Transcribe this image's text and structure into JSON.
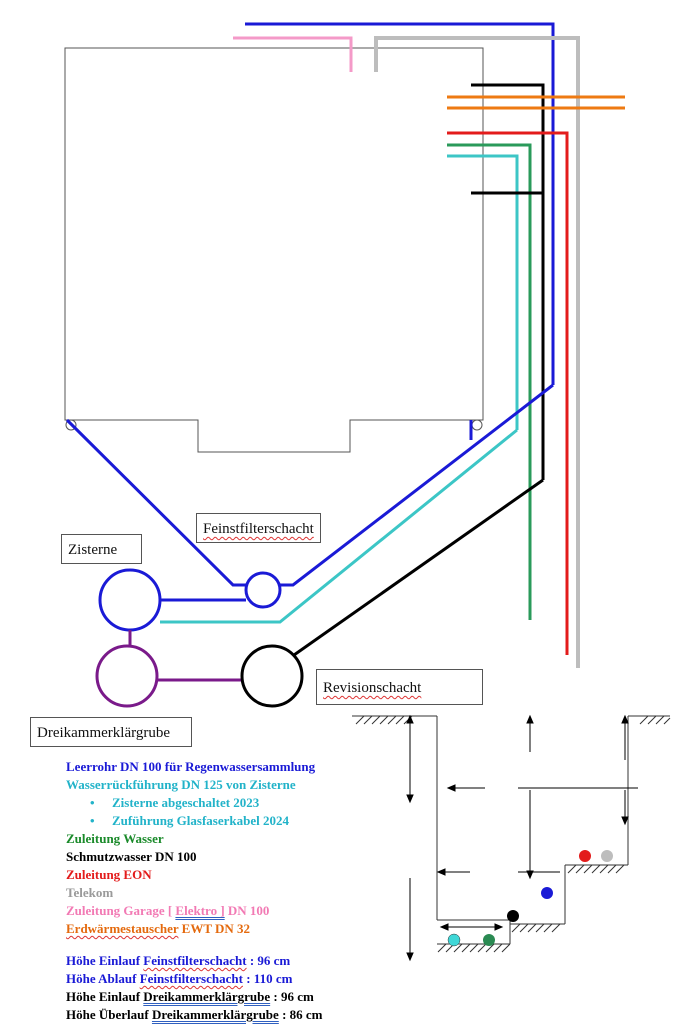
{
  "labels": {
    "feinstfilterschacht": "Feinstfilterschacht",
    "zisterne": "Zisterne",
    "revisionschacht": "Revisionschacht",
    "dreikammer": "Dreikammerklärgrube"
  },
  "legend": [
    {
      "id": "leerrohr",
      "text": "Leerrohr DN 100 für Regenwassersammlung",
      "color": "#1a1ad6"
    },
    {
      "id": "rueckfuehrung",
      "text": "Wasserrückführung DN 125 von Zisterne",
      "color": "#22b3c9"
    },
    {
      "id": "zisterne-abgeschaltet",
      "text": "Zisterne abgeschaltet 2023",
      "color": "#22b3c9",
      "bullet": true
    },
    {
      "id": "glasfaser",
      "text": "Zuführung Glasfaserkabel 2024",
      "color": "#22b3c9",
      "bullet": true
    },
    {
      "id": "wasser",
      "text": "Zuleitung Wasser",
      "color": "#1a8a2a"
    },
    {
      "id": "schmutzwasser",
      "text": "Schmutzwasser DN 100",
      "color": "#000000"
    },
    {
      "id": "eon",
      "text": "Zuleitung EON",
      "color": "#e31b1b"
    },
    {
      "id": "telekom",
      "text": "Telekom",
      "color": "#9a9a9a"
    },
    {
      "id": "garage",
      "text_before": "Zuleitung Garage [ ",
      "text_mid": "Elektro ]",
      "text_after": " DN 100",
      "color": "#f27ab4"
    },
    {
      "id": "ewt",
      "text_mid": "Erdwärmestauscher",
      "text_after": " EWT DN 32",
      "color": "#e46a0e"
    }
  ],
  "heights": [
    {
      "id": "einlauf-feinst",
      "before": "Höhe Einlauf ",
      "term": "Feinstfilterschacht",
      "after": " : 96 cm",
      "color": "#1a1ad6"
    },
    {
      "id": "ablauf-feinst",
      "before": "Höhe Ablauf ",
      "term": "Feinstfilterschacht",
      "after": " : 110 cm",
      "color": "#1a1ad6"
    },
    {
      "id": "einlauf-drei",
      "before": "Höhe Einlauf ",
      "term": "Dreikammerklärgrube",
      "after": " : 96 cm",
      "color": "#000000"
    },
    {
      "id": "ueberlauf-drei",
      "before": "Höhe Überlauf ",
      "term": "Dreikammerklärgrube",
      "after": " : 86 cm",
      "color": "#000000"
    }
  ],
  "colors": {
    "blue": "#1a1ad6",
    "cyan": "#3cc6c6",
    "green": "#2a9a5a",
    "black": "#000000",
    "red": "#e31b1b",
    "gray": "#bdbdbd",
    "pink": "#f49ac8",
    "orange": "#ee7a12",
    "purple": "#7a1a8a"
  }
}
